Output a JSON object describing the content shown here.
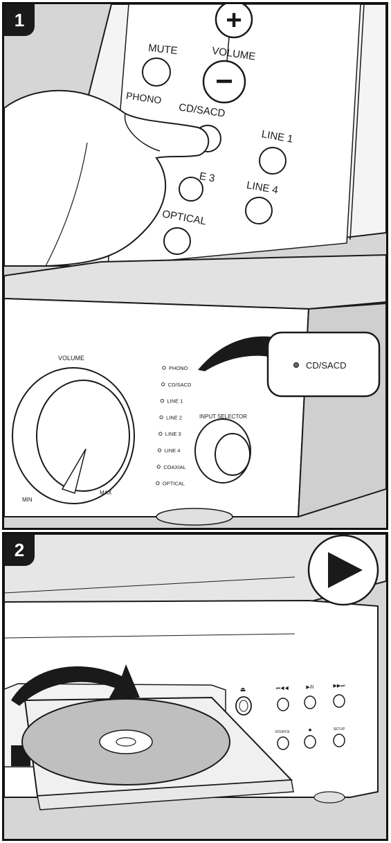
{
  "step1": {
    "number": "1",
    "remote": {
      "plus_symbol": "+",
      "minus_symbol": "−",
      "mute": "MUTE",
      "volume": "VOLUME",
      "phono": "PHONO",
      "cd_sacd": "CD/SACD",
      "line1": "LINE 1",
      "line3_partial": "E 3",
      "line4": "LINE 4",
      "optical": "OPTICAL"
    },
    "amplifier": {
      "volume": "VOLUME",
      "min": "MIN",
      "max": "MAX",
      "input_selector": "INPUT SELECTOR",
      "inputs": [
        "PHONO",
        "CD/SACD",
        "LINE 1",
        "LINE 2",
        "LINE 3",
        "LINE 4",
        "COAXIAL",
        "OPTICAL"
      ]
    },
    "callout": "CD/SACD"
  },
  "step2": {
    "number": "2",
    "player": {
      "source": "SOURCE",
      "setup": "SETUP"
    },
    "play_icon": "play-icon"
  },
  "colors": {
    "panel_bg": "#d6d6d6",
    "line": "#1a1a1a",
    "device_face": "#ffffff",
    "disc": "#bfbfbf",
    "led": "#6a6a6a"
  }
}
